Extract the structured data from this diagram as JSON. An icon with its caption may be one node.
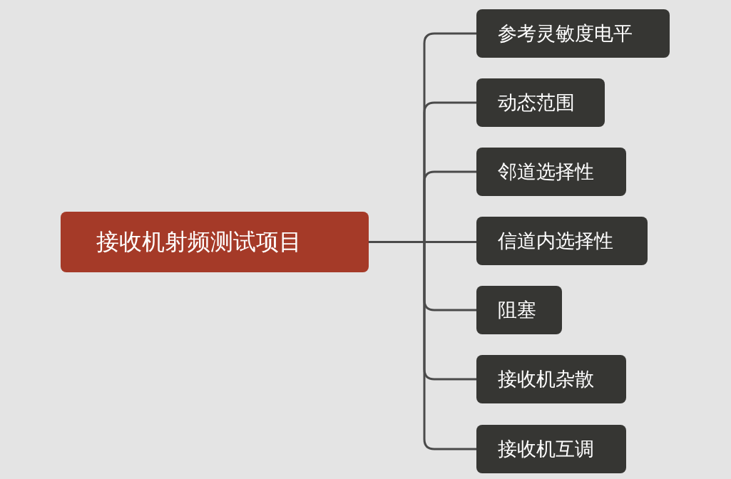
{
  "diagram": {
    "nodes": [
      {
        "text": [
          "接收机射频测试项目"
        ]
      },
      {
        "text": [
          "参考灵敏度电平"
        ]
      },
      {
        "text": [
          "动态范围"
        ]
      },
      {
        "text": [
          "邻道选择性"
        ]
      },
      {
        "text": [
          "信道内选择性"
        ]
      },
      {
        "text": [
          "阻塞"
        ]
      },
      {
        "text": [
          "接收机杂散"
        ]
      },
      {
        "text": [
          "接收机互调"
        ]
      }
    ],
    "edges": [
      {
        "from": 0,
        "to": 1,
        "arrow": "none"
      },
      {
        "from": 0,
        "to": 2,
        "arrow": "none"
      },
      {
        "from": 0,
        "to": 3,
        "arrow": "none"
      },
      {
        "from": 0,
        "to": 4,
        "arrow": "none"
      },
      {
        "from": 0,
        "to": 5,
        "arrow": "none"
      },
      {
        "from": 0,
        "to": 6,
        "arrow": "none"
      },
      {
        "from": 0,
        "to": 7,
        "arrow": "none"
      }
    ]
  }
}
